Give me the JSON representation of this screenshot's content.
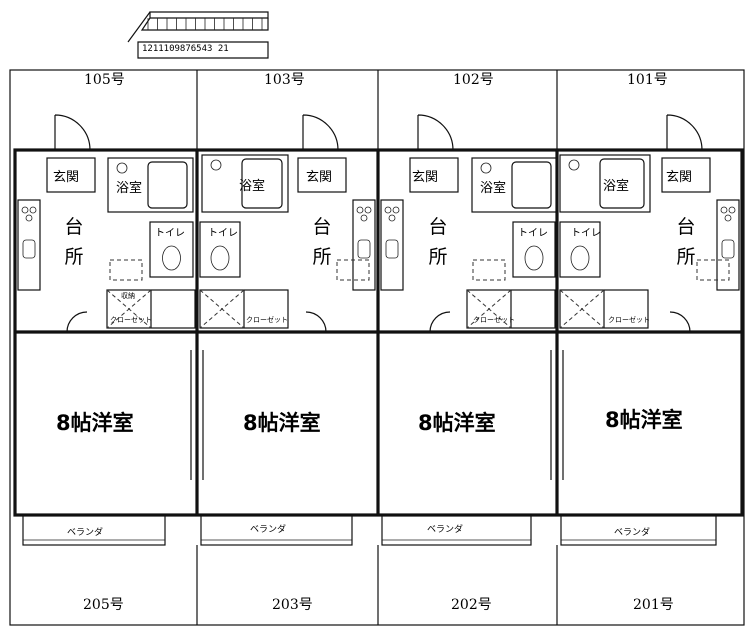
{
  "stairs": {
    "step_numbers": "1211109876543 21"
  },
  "units_upper": [
    "105号",
    "103号",
    "102号",
    "101号"
  ],
  "units_lower": [
    "205号",
    "203号",
    "202号",
    "201号"
  ],
  "room_label": "8帖洋室",
  "genkan_label": "玄関",
  "bath_label": "浴室",
  "kitchen_label": [
    "台",
    "所"
  ],
  "toilet_label": "トイレ",
  "closet_label": "クローゼット",
  "storage_label": "収納",
  "veranda_label": "ベランダ"
}
